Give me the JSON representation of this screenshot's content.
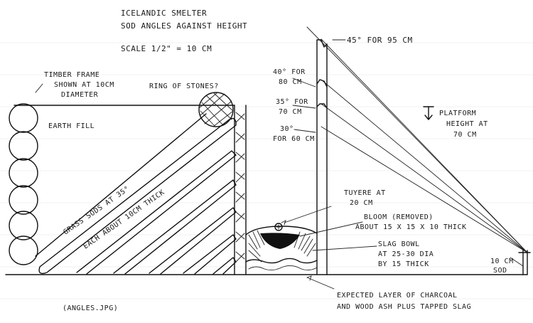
{
  "title": "ICELANDIC SMELTER",
  "subtitle": "SOD ANGLES AGAINST HEIGHT",
  "scale": "SCALE 1/2\" = 10 CM",
  "labels": {
    "timber_frame_1": "TIMBER FRAME",
    "timber_frame_2": "SHOWN AT 10CM",
    "timber_frame_3": "DIAMETER",
    "ring_of_stones": "RING OF STONES?",
    "earth_fill": "EARTH FILL",
    "grass_sods_1": "GRASS SODS AT 35°",
    "grass_sods_2": "EACH ABOUT 10CM THICK",
    "angle_45": "45° FOR 95 CM",
    "angle_40_1": "40° FOR",
    "angle_40_2": "80 CM",
    "angle_35_1": "35° FOR",
    "angle_35_2": "70 CM",
    "angle_30_1": "30°",
    "angle_30_2": "FOR 60 CM",
    "platform_1": "PLATFORM",
    "platform_2": "HEIGHT AT",
    "platform_3": "70 CM",
    "tuyere_1": "TUYERE AT",
    "tuyere_2": "20 CM",
    "bloom_1": "BLOOM (REMOVED)",
    "bloom_2": "ABOUT 15 X 15 X 10 THICK",
    "slag_1": "SLAG BOWL",
    "slag_2": "AT 25-30 DIA",
    "slag_3": "BY 15 THICK",
    "sod_1": "10 CM",
    "sod_2": "SOD",
    "charcoal_1": "EXPECTED LAYER OF CHARCOAL",
    "charcoal_2": "AND WOOD ASH PLUS TAPPED SLAG",
    "filename": "(ANGLES.JPG)"
  },
  "colors": {
    "ink": "#111111",
    "paper": "#ffffff"
  }
}
